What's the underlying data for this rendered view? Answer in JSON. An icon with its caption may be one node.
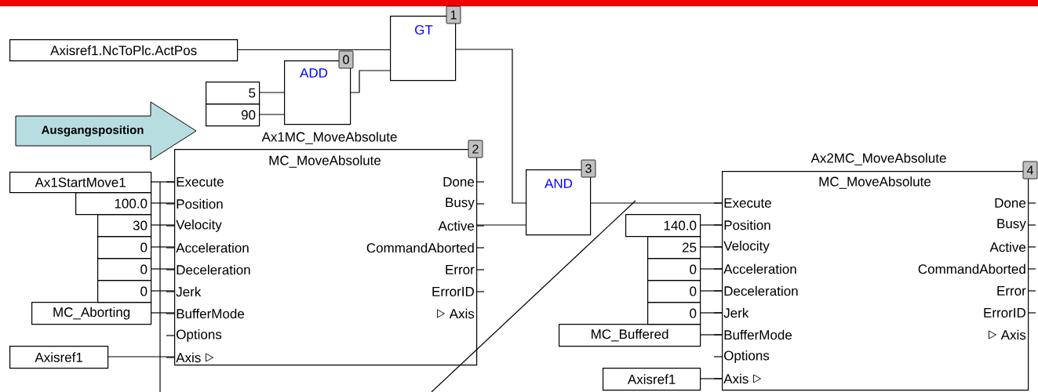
{
  "diagram": {
    "nodes": [
      {
        "text": [
          "Axisref1.NcToPlc.ActPos"
        ]
      },
      {
        "text": [
          "GT",
          "1"
        ]
      },
      {
        "text": [
          "ADD",
          "0"
        ]
      },
      {
        "text": [
          "5"
        ]
      },
      {
        "text": [
          "90"
        ]
      },
      {
        "text": [
          "Ausgangsposition"
        ]
      },
      {
        "text": [
          "Ax1MC_MoveAbsolute",
          "2",
          "MC_MoveAbsolute",
          "Execute",
          "Position",
          "Velocity",
          "Acceleration",
          "Deceleration",
          "Jerk",
          "BufferMode",
          "Options",
          "Axis",
          "Done",
          "Busy",
          "Active",
          "CommandAborted",
          "Error",
          "ErrorID",
          "Axis"
        ]
      },
      {
        "text": [
          "Ax1StartMove1"
        ]
      },
      {
        "text": [
          "100.0"
        ]
      },
      {
        "text": [
          "30"
        ]
      },
      {
        "text": [
          "0"
        ]
      },
      {
        "text": [
          "0"
        ]
      },
      {
        "text": [
          "0"
        ]
      },
      {
        "text": [
          "MC_Aborting"
        ]
      },
      {
        "text": [
          "Axisref1"
        ]
      },
      {
        "text": [
          "AND",
          "3"
        ]
      },
      {
        "text": [
          "Ax2MC_MoveAbsolute",
          "4",
          "MC_MoveAbsolute",
          "Execute",
          "Position",
          "Velocity",
          "Acceleration",
          "Deceleration",
          "Jerk",
          "BufferMode",
          "Options",
          "Axis",
          "Done",
          "Busy",
          "Active",
          "CommandAborted",
          "Error",
          "ErrorID",
          "Axis"
        ]
      },
      {
        "text": [
          "140.0"
        ]
      },
      {
        "text": [
          "25"
        ]
      },
      {
        "text": [
          "0"
        ]
      },
      {
        "text": [
          "0"
        ]
      },
      {
        "text": [
          "0"
        ]
      },
      {
        "text": [
          "MC_Buffered"
        ]
      },
      {
        "text": [
          "Axisref1"
        ]
      }
    ],
    "edges": [
      {
        "from": 0,
        "to": 1,
        "arrow": "none"
      },
      {
        "from": 3,
        "to": 2,
        "arrow": "none"
      },
      {
        "from": 4,
        "to": 2,
        "arrow": "none"
      },
      {
        "from": 2,
        "to": 1,
        "arrow": "none"
      },
      {
        "from": 1,
        "to": 15,
        "arrow": "none"
      },
      {
        "from": 6,
        "to": 15,
        "arrow": "none"
      },
      {
        "from": 15,
        "to": 16,
        "arrow": "none"
      },
      {
        "from": 7,
        "to": 6,
        "arrow": "none"
      },
      {
        "from": 8,
        "to": 6,
        "arrow": "none"
      },
      {
        "from": 9,
        "to": 6,
        "arrow": "none"
      },
      {
        "from": 10,
        "to": 6,
        "arrow": "none"
      },
      {
        "from": 11,
        "to": 6,
        "arrow": "none"
      },
      {
        "from": 12,
        "to": 6,
        "arrow": "none"
      },
      {
        "from": 13,
        "to": 6,
        "arrow": "none"
      },
      {
        "from": 14,
        "to": 6,
        "arrow": "none"
      },
      {
        "from": 17,
        "to": 16,
        "arrow": "none"
      },
      {
        "from": 18,
        "to": 16,
        "arrow": "none"
      },
      {
        "from": 19,
        "to": 16,
        "arrow": "none"
      },
      {
        "from": 20,
        "to": 16,
        "arrow": "none"
      },
      {
        "from": 21,
        "to": 16,
        "arrow": "none"
      },
      {
        "from": 22,
        "to": 16,
        "arrow": "none"
      },
      {
        "from": 23,
        "to": 16,
        "arrow": "none"
      },
      {
        "from": null,
        "to": 6,
        "arrow": "none"
      }
    ]
  }
}
